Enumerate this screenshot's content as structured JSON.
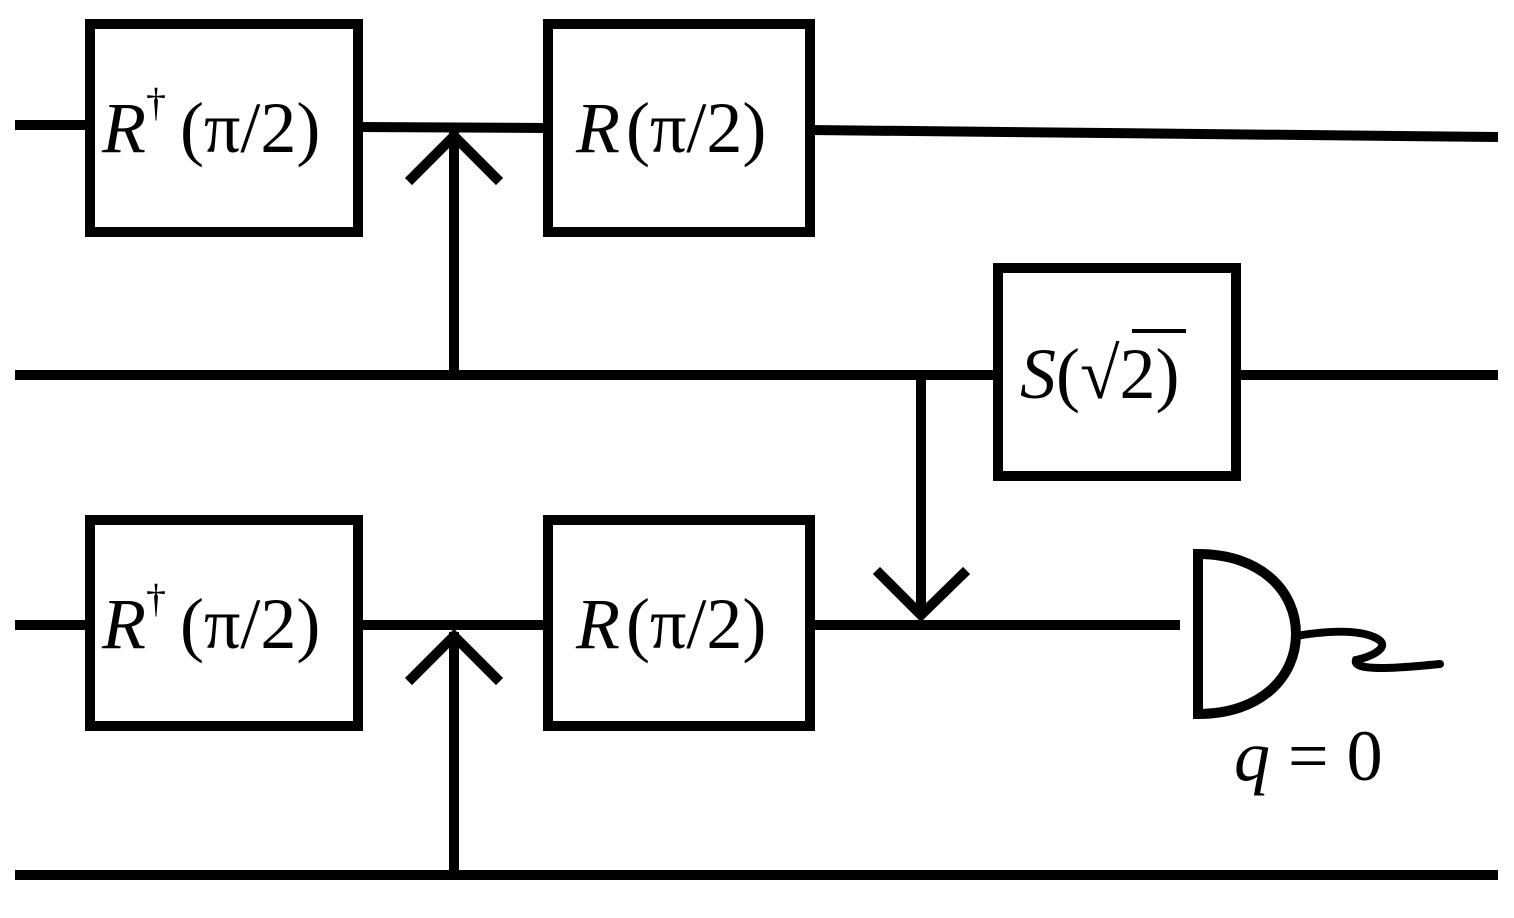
{
  "gates": {
    "g1": {
      "letter": "R",
      "sup": "†",
      "arg": "(π/2)"
    },
    "g2": {
      "letter": "R",
      "sup": "",
      "arg": "(π/2)"
    },
    "g3": {
      "letter": "R",
      "sup": "†",
      "arg": "(π/2)"
    },
    "g4": {
      "letter": "R",
      "sup": "",
      "arg": "(π/2)"
    },
    "s": {
      "letter": "S",
      "open": "(",
      "radical": "√",
      "radicand": "2",
      "close": ")"
    }
  },
  "measurement": {
    "label_var": "q",
    "label_rest": " = 0"
  }
}
